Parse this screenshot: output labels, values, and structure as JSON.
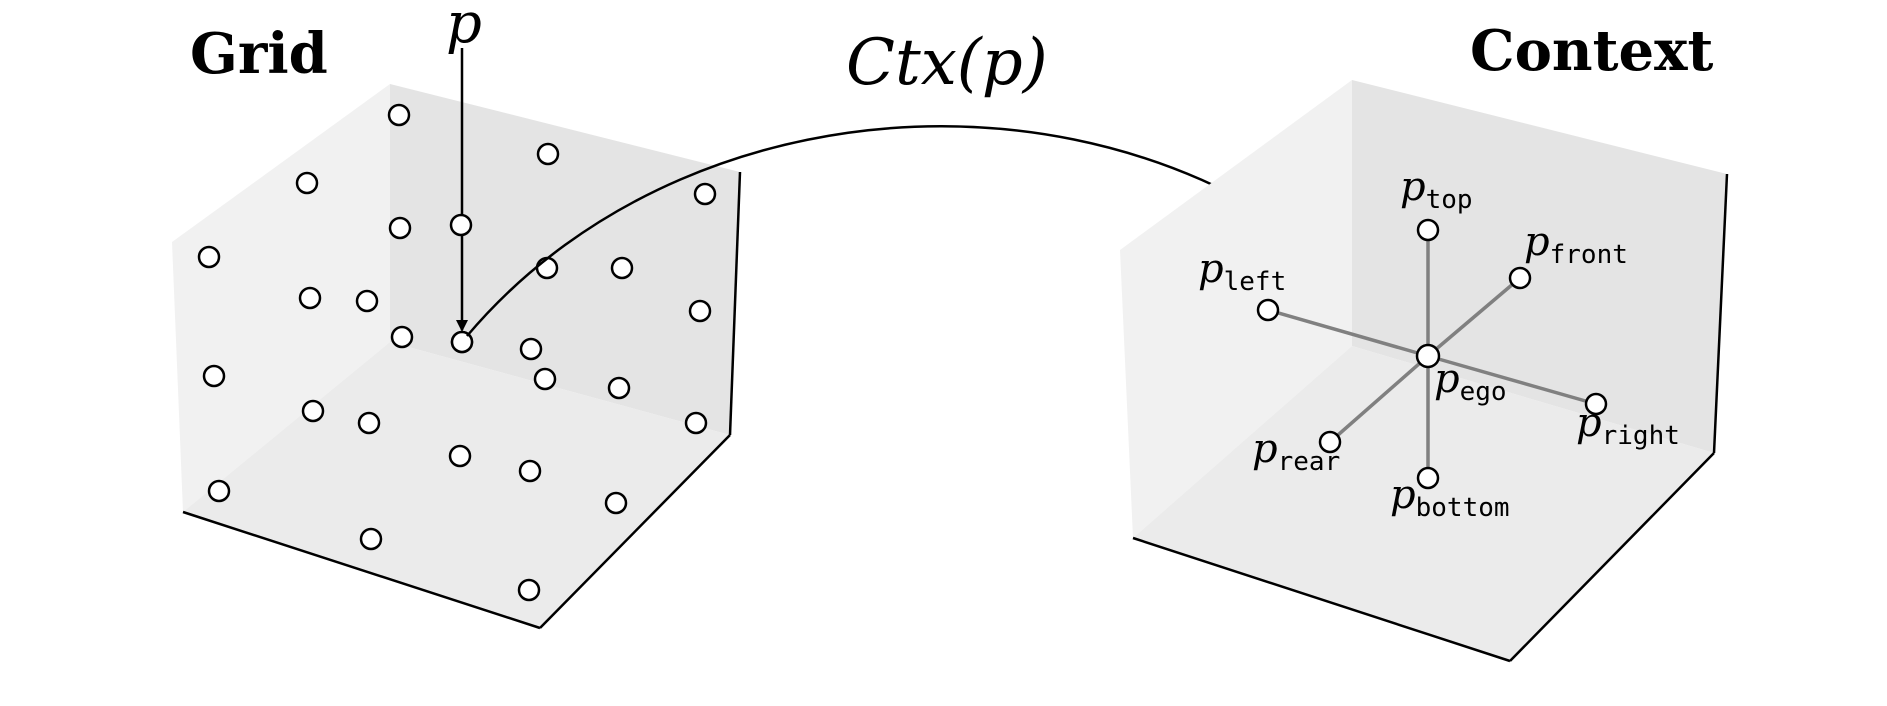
{
  "titles": {
    "grid": "Grid",
    "context": "Context"
  },
  "point_label": "p",
  "mapping_label": "Ctx(p)",
  "neighbor_labels": {
    "base": "p",
    "top": "top",
    "front": "front",
    "left": "left",
    "ego": "ego",
    "right": "right",
    "rear": "rear",
    "bottom": "bottom"
  },
  "colors": {
    "face_light": "#f1f1f1",
    "face_mid": "#e5e5e5",
    "face_floor": "#ebebeb",
    "spoke": "#808080"
  }
}
